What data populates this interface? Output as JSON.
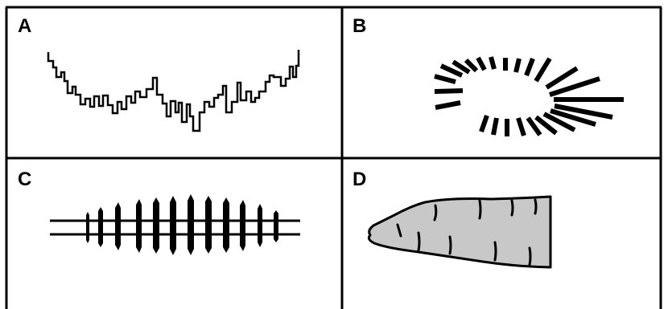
{
  "panels": [
    {
      "label": "A",
      "depicts": "stepped-curve"
    },
    {
      "label": "B",
      "depicts": "radial-strokes"
    },
    {
      "label": "C",
      "depicts": "double-line-with-ticks"
    },
    {
      "label": "D",
      "depicts": "gray-tapered-shape-with-ticks"
    }
  ],
  "colors": {
    "ink": "#000000",
    "fill_gray": "#c8c8c8",
    "background": "#ffffff"
  }
}
